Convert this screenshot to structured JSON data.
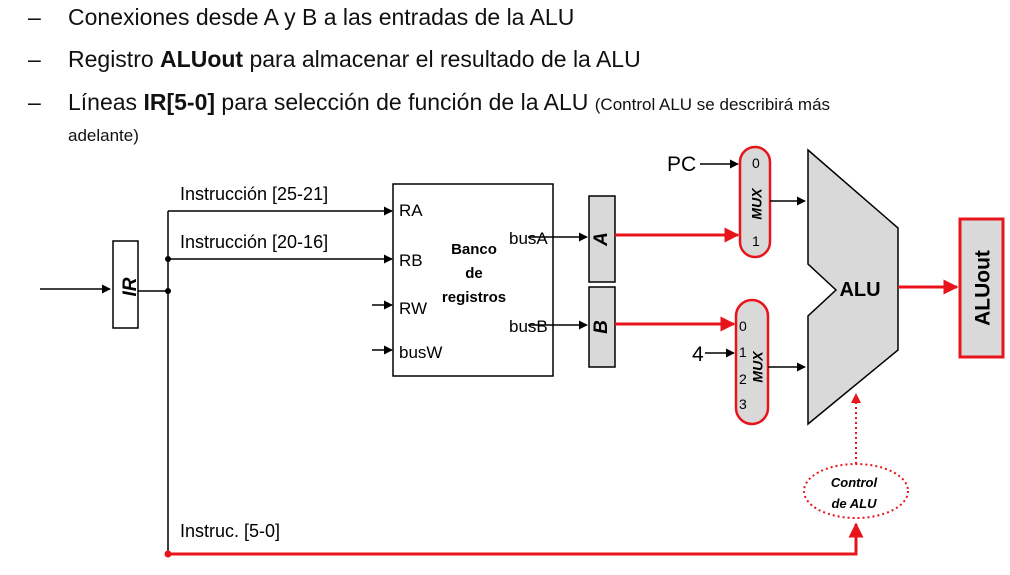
{
  "bullets": {
    "b1": "Conexiones desde A y B a las entradas de la ALU",
    "b2_pre": "Registro ",
    "b2_bold": "ALUout",
    "b2_post": " para almacenar el resultado de la ALU",
    "b3_pre": "Líneas ",
    "b3_bold": "IR[5-0]",
    "b3_post": " para selección de función de la ALU ",
    "b3_note": "(Control ALU se describirá más",
    "b3_note_cont": "adelante)"
  },
  "diagram": {
    "ir_label": "IR",
    "instr_25_21": "Instrucción [25-21]",
    "instr_20_16": "Instrucción [20-16]",
    "instr_5_0": "Instruc. [5-0]",
    "regfile": {
      "title_line1": "Banco",
      "title_line2": "de",
      "title_line3": "registros",
      "ra": "RA",
      "rb": "RB",
      "rw": "RW",
      "busw": "busW",
      "busa": "busA",
      "busb": "busB"
    },
    "reg_a": "A",
    "reg_b": "B",
    "pc": "PC",
    "const4": "4",
    "mux_top": {
      "label": "MUX",
      "in0": "0",
      "in1": "1"
    },
    "mux_bottom": {
      "label": "MUX",
      "in0": "0",
      "in1": "1",
      "in2": "2",
      "in3": "3"
    },
    "alu": "ALU",
    "aluout": "ALUout",
    "control_line1": "Control",
    "control_line2": "de ALU"
  },
  "colors": {
    "highlight": "#e8141b",
    "fill_gray": "#d9d9d9",
    "line": "#000000"
  }
}
